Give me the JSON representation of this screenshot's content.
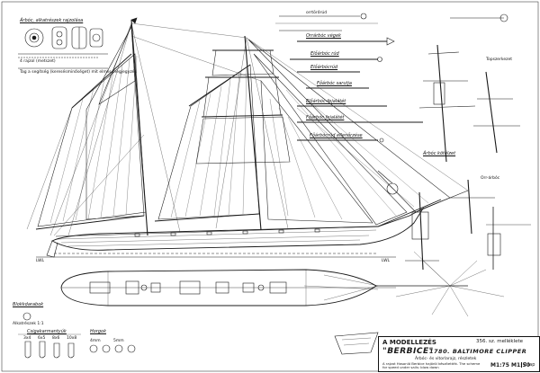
{
  "labels": {
    "top_left": "Árbóc, alkatrészek rajzolása",
    "top_left_note": "4 rajzol (metszet)",
    "top_left_note2": "Tag a segítség (keresésminőséget) mit elmer megjegyzés",
    "bowsprit_top": "orrtörőrúd",
    "bowsprit_end": "Orrárbóc végek",
    "gaff": "Előárbóc rúd",
    "gaff2": "Előárbócrúd",
    "boom1": "Főárbóc sarutja",
    "boom2": "Előárbóc-fejalátét",
    "main_boom": "Főárbóc fejalátét",
    "main_gaff": "Főárbócrúd ellenőrzése",
    "detail_right": "Árbóc kötélzet",
    "stern_label": "Orr-árbóc",
    "mast_head_label": "Topszerkezet",
    "lwl_left": "LWL",
    "lwl_right": "LWL",
    "blocks_label": "Blokkdarabok",
    "blocks_note": "Alkatrészek 1:1",
    "rigging_label": "Csigakarmantyúk",
    "hooks_label": "Horgok",
    "sizes_a": "3x4",
    "sizes_b": "6x5",
    "sizes_c": "8x6",
    "sizes_d": "10x8",
    "sizes_e": "4mm",
    "sizes_f": "5mm"
  },
  "title_block": {
    "publisher": "A MODELLEZÉS",
    "publisher_issue": "356. sz. melléklete",
    "ship_name": "\"BERBICE\"",
    "ship_subtitle": "1780. BALTIMORE CLIPPER",
    "description": "Árbóc- és vitorlarajz, részletek",
    "note": "A rajzot Hasonló Berbice hajóról készítették. The scheme for speed under sails: blow down",
    "scale": "M1:75  M1:50",
    "sheet": "2.lap"
  },
  "colors": {
    "ink": "#1a1a1a",
    "paper": "#ffffff"
  }
}
